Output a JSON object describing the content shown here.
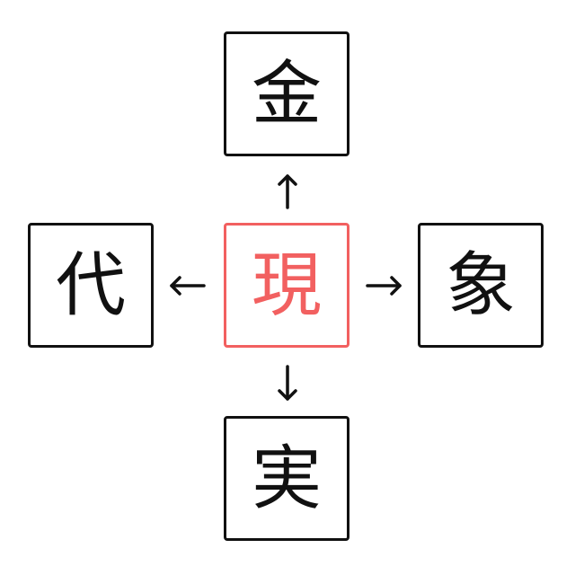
{
  "center": {
    "char": "現",
    "color": "#f26060"
  },
  "top": {
    "char": "金"
  },
  "left": {
    "char": "代"
  },
  "right": {
    "char": "象"
  },
  "bottom": {
    "char": "実"
  }
}
